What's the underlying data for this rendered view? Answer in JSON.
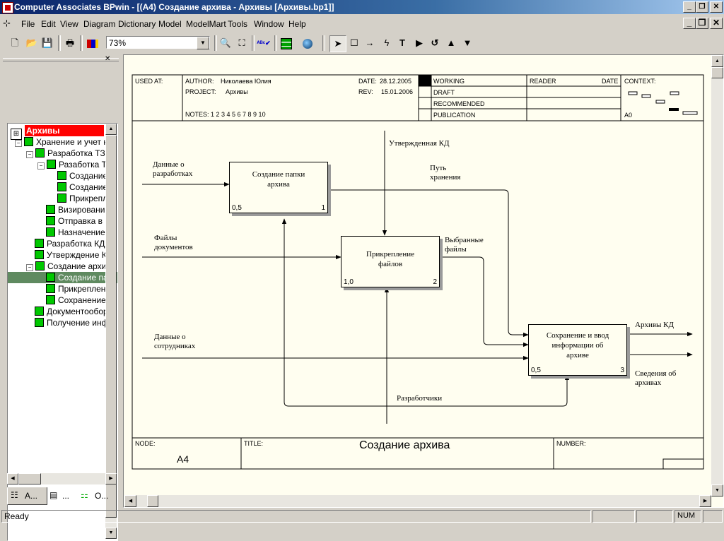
{
  "window": {
    "title": "Computer Associates BPwin - [(A4) Создание архива - Архивы  [Архивы.bp1]]",
    "minimize": "_",
    "restore": "❐",
    "close": "✕"
  },
  "menu": [
    "File",
    "Edit",
    "View",
    "Diagram",
    "Dictionary",
    "Model",
    "ModelMart",
    "Tools",
    "Window",
    "Help"
  ],
  "toolbar": {
    "zoom": "73%",
    "icons": [
      "new-icon",
      "open-icon",
      "save-icon",
      "print-icon",
      "color-icon",
      "zoom-in-icon",
      "zoom-fit-icon",
      "spell-check-icon",
      "diagram-tree-icon",
      "model-explorer-icon",
      "pointer-icon",
      "box-tool-icon",
      "arrow-tool-icon",
      "squiggle-tool-icon",
      "text-tool-icon",
      "play-icon",
      "undo-icon",
      "up-icon",
      "down-icon"
    ]
  },
  "tree": {
    "root": "Архивы",
    "items": [
      {
        "label": "Хранение и учет ко"
      },
      {
        "label": "Разработка ТЗ"
      },
      {
        "label": "Разаботка Т"
      },
      {
        "label": "Создание"
      },
      {
        "label": "Создание"
      },
      {
        "label": "Прикрепл"
      },
      {
        "label": "Визирование"
      },
      {
        "label": "Отправка в"
      },
      {
        "label": "Назначение"
      },
      {
        "label": "Разработка КД"
      },
      {
        "label": "Утверждение К"
      },
      {
        "label": "Создание архи"
      },
      {
        "label": "Создание па"
      },
      {
        "label": "Прикреплен"
      },
      {
        "label": "Сохранение"
      },
      {
        "label": "Документообор"
      },
      {
        "label": "Получение инф"
      }
    ],
    "tabs": [
      "A...",
      "...",
      "O..."
    ]
  },
  "frame": {
    "used_at": "USED AT:",
    "author_label": "AUTHOR:",
    "author": "Николаева Юлия",
    "project_label": "PROJECT:",
    "project": "Архивы",
    "date_label": "DATE:",
    "date": "28.12.2005",
    "rev_label": "REV:",
    "rev": "15.01.2006",
    "notes": "NOTES:  1  2  3  4  5  6  7  8  9  10",
    "status": [
      "WORKING",
      "DRAFT",
      "RECOMMENDED",
      "PUBLICATION"
    ],
    "reader": "READER",
    "date_col": "DATE",
    "context": "CONTEXT:",
    "context_node": "A0",
    "node_label": "NODE:",
    "node": "A4",
    "title_label": "TITLE:",
    "title": "Создание архива",
    "number_label": "NUMBER:"
  },
  "diagram": {
    "boxes": [
      {
        "name": "Создание папки архива",
        "lines": [
          "Создание папки",
          "архива"
        ],
        "cost": "0,5",
        "num": "1"
      },
      {
        "name": "Прикрепление файлов",
        "lines": [
          "Прикрепление",
          "файлов"
        ],
        "cost": "1,0",
        "num": "2"
      },
      {
        "name": "Сохранение и ввод информации об архиве",
        "lines": [
          "Сохранение и ввод",
          "информации об",
          "архиве"
        ],
        "cost": "0,5",
        "num": "3"
      }
    ],
    "arrows": {
      "in1": [
        "Данные о",
        "разработках"
      ],
      "in2": [
        "Файлы",
        "документов"
      ],
      "in3": [
        "Данные о",
        "сотрудниках"
      ],
      "control": "Утвержденная КД",
      "path": [
        "Путь",
        "хранения"
      ],
      "selected": [
        "Выбранные",
        "файлы"
      ],
      "out1": "Архивы КД",
      "out2": [
        "Сведения об",
        "архивах"
      ],
      "mechanism": "Разработчики"
    }
  },
  "status": {
    "text": "Ready",
    "num": "NUM"
  }
}
